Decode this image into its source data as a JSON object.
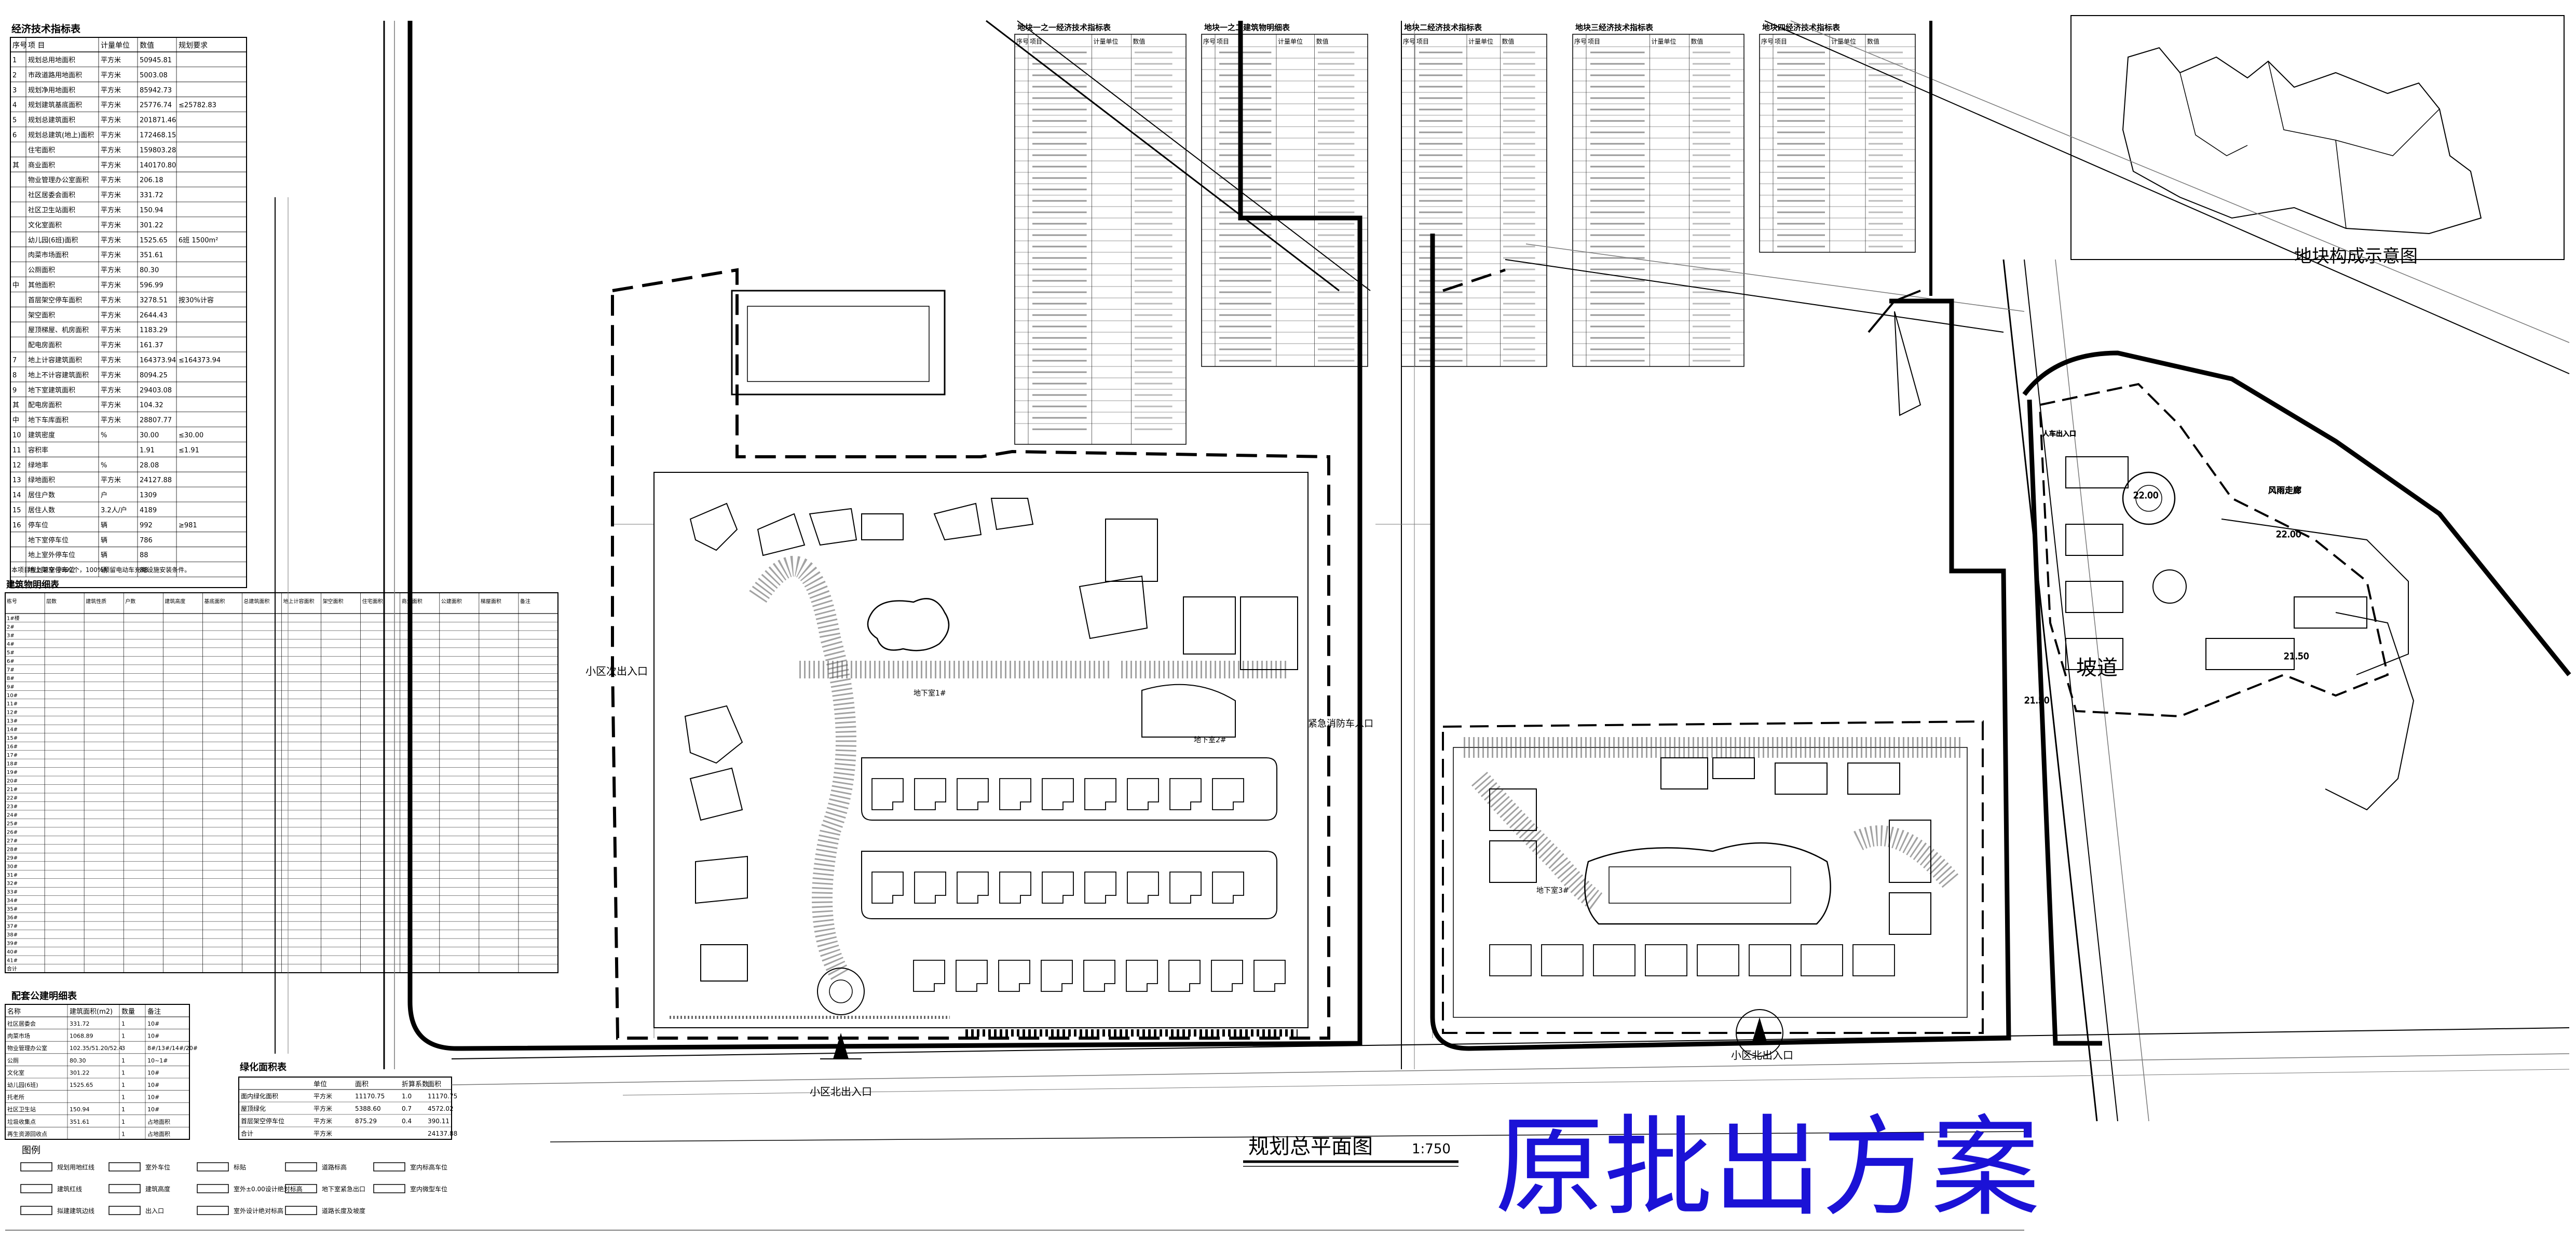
{
  "drawing": {
    "title": "规划总平面图",
    "scale": "1:750",
    "banner": "原批出方案",
    "inset_caption": "地块构成示意图"
  },
  "entrances": {
    "north_west": "小区次出入口",
    "south_west": "小区北出入口",
    "south_east": "小区北出入口",
    "emergency": "紧急消防车入口",
    "east_side": "人车出入口",
    "underground_1": "地下室1#",
    "underground_2": "地下室2#",
    "underground_3": "地下室3#"
  },
  "labels": {
    "ramp": "坡道",
    "elevation_a": "22.00",
    "elevation_b": "21.50",
    "elevation_c": "21.50",
    "elevation_d": "22.00",
    "zone_e": "风雨走廊"
  },
  "main_table": {
    "title": "经济技术指标表",
    "headers": [
      "序号",
      "项  目",
      "计量单位",
      "数值",
      "规划要求"
    ],
    "rows": [
      [
        "1",
        "规划总用地面积",
        "平方米",
        "50945.81",
        ""
      ],
      [
        "2",
        "市政道路用地面积",
        "平方米",
        "5003.08",
        ""
      ],
      [
        "3",
        "规划净用地面积",
        "平方米",
        "85942.73",
        ""
      ],
      [
        "4",
        "规划建筑基底面积",
        "平方米",
        "25776.74",
        "≤25782.83"
      ],
      [
        "5",
        "规划总建筑面积",
        "平方米",
        "201871.46",
        ""
      ],
      [
        "6",
        "规划总建筑(地上)面积",
        "平方米",
        "172468.15",
        ""
      ],
      [
        "",
        "住宅面积",
        "平方米",
        "159803.28",
        ""
      ],
      [
        "其",
        "商业面积",
        "平方米",
        "140170.80",
        ""
      ],
      [
        "",
        "物业管理办公室面积",
        "平方米",
        "206.18",
        ""
      ],
      [
        "",
        "社区居委会面积",
        "平方米",
        "331.72",
        ""
      ],
      [
        "",
        "社区卫生站面积",
        "平方米",
        "150.94",
        ""
      ],
      [
        "",
        "文化室面积",
        "平方米",
        "301.22",
        ""
      ],
      [
        "",
        "幼儿园(6班)面积",
        "平方米",
        "1525.65",
        "6班 1500m²"
      ],
      [
        "",
        "肉菜市场面积",
        "平方米",
        "351.61",
        ""
      ],
      [
        "",
        "公厕面积",
        "平方米",
        "80.30",
        ""
      ],
      [
        "中",
        "其他面积",
        "平方米",
        "596.99",
        ""
      ],
      [
        "",
        "首层架空停车面积",
        "平方米",
        "3278.51",
        "按30%计容"
      ],
      [
        "",
        "架空面积",
        "平方米",
        "2644.43",
        ""
      ],
      [
        "",
        "屋顶梯屋、机房面积",
        "平方米",
        "1183.29",
        ""
      ],
      [
        "",
        "配电房面积",
        "平方米",
        "161.37",
        ""
      ],
      [
        "7",
        "地上计容建筑面积",
        "平方米",
        "164373.94",
        "≤164373.94"
      ],
      [
        "8",
        "地上不计容建筑面积",
        "平方米",
        "8094.25",
        ""
      ],
      [
        "9",
        "地下室建筑面积",
        "平方米",
        "29403.08",
        ""
      ],
      [
        "其",
        "配电房面积",
        "平方米",
        "104.32",
        ""
      ],
      [
        "中",
        "地下车库面积",
        "平方米",
        "28807.77",
        ""
      ],
      [
        "10",
        "建筑密度",
        "%",
        "30.00",
        "≤30.00"
      ],
      [
        "11",
        "容积率",
        "",
        "1.91",
        "≤1.91"
      ],
      [
        "12",
        "绿地率",
        "%",
        "28.08",
        ""
      ],
      [
        "13",
        "绿地面积",
        "平方米",
        "24127.88",
        ""
      ],
      [
        "14",
        "居住户数",
        "户",
        "1309",
        ""
      ],
      [
        "15",
        "居住人数",
        "3.2人/户",
        "4189",
        ""
      ],
      [
        "16",
        "停车位",
        "辆",
        "992",
        "≥981"
      ],
      [
        "",
        "地下室停车位",
        "辆",
        "786",
        ""
      ],
      [
        "",
        "地上室外停车位",
        "辆",
        "88",
        ""
      ],
      [
        "",
        "地上架空停车位",
        "辆",
        "88",
        ""
      ]
    ],
    "note": "本项目规划总车位992个，100%预留电动车充电设施安装条件。"
  },
  "building_table": {
    "title": "建筑物明细表",
    "columns": [
      "栋号",
      "层数",
      "建筑性质",
      "户数",
      "建筑高度",
      "基底面积",
      "总建筑面积",
      "地上计容面积",
      "架空面积",
      "住宅面积",
      "商业面积",
      "公建面积",
      "梯屋面积",
      "备注"
    ],
    "row_ids": [
      "1#楼",
      "2#",
      "3#",
      "4#",
      "5#",
      "6#",
      "7#",
      "8#",
      "9#",
      "10#",
      "11#",
      "12#",
      "13#",
      "14#",
      "15#",
      "16#",
      "17#",
      "18#",
      "19#",
      "20#",
      "21#",
      "22#",
      "23#",
      "24#",
      "25#",
      "26#",
      "27#",
      "28#",
      "29#",
      "30#",
      "31#",
      "32#",
      "33#",
      "34#",
      "35#",
      "36#",
      "37#",
      "38#",
      "39#",
      "40#",
      "41#",
      "合计"
    ]
  },
  "facility_table": {
    "title": "配套公建明细表",
    "headers": [
      "名称",
      "建筑面积(m2)",
      "数量",
      "备注"
    ],
    "rows": [
      [
        "社区居委会",
        "331.72",
        "1",
        "10#"
      ],
      [
        "肉菜市场",
        "1068.89",
        "1",
        "10#"
      ],
      [
        "物业管理办公室",
        "102.35/51.20/52.4",
        "3",
        "8#/13#/14#/20#"
      ],
      [
        "公厕",
        "80.30",
        "1",
        "10~1#"
      ],
      [
        "文化室",
        "301.22",
        "1",
        "10#"
      ],
      [
        "幼儿园(6班)",
        "1525.65",
        "1",
        "10#"
      ],
      [
        "托老所",
        "",
        "1",
        "10#"
      ],
      [
        "社区卫生站",
        "150.94",
        "1",
        "10#"
      ],
      [
        "垃圾收集点",
        "351.61",
        "1",
        "占地面积"
      ],
      [
        "再生资源回收点",
        "",
        "1",
        "占地面积"
      ]
    ]
  },
  "green_table": {
    "title": "绿化面积表",
    "headers": [
      "",
      "单位",
      "面积",
      "折算系数",
      "面积"
    ],
    "rows": [
      [
        "面内绿化面积",
        "平方米",
        "11170.75",
        "1.0",
        "11170.75"
      ],
      [
        "屋顶绿化",
        "平方米",
        "5388.60",
        "0.7",
        "4572.02"
      ],
      [
        "首层架空停车位",
        "平方米",
        "875.29",
        "0.4",
        "390.11"
      ],
      [
        "合计",
        "平方米",
        "",
        "",
        "24137.88"
      ]
    ]
  },
  "legend": {
    "title": "图例",
    "items": [
      "规划用地红线",
      "建筑红线",
      "拟建建筑边线",
      "室外车位",
      "建筑高度",
      "出入口",
      "标贴",
      "室外±0.00设计绝对标高",
      "室外设计绝对标高",
      "道路标高",
      "地下室紧急出口",
      "道路长度及坡度",
      "室内标高车位",
      "室内微型车位"
    ]
  },
  "top_tables": [
    {
      "title": "地块一之一经济技术指标表",
      "headers": [
        "序号",
        "项目",
        "计量单位",
        "数值"
      ]
    },
    {
      "title": "地块一之二建筑物明细表",
      "headers": [
        "序号",
        "项目",
        "计量单位",
        "数值"
      ]
    },
    {
      "title": "地块二经济技术指标表",
      "headers": [
        "序号",
        "项目",
        "计量单位",
        "数值"
      ]
    },
    {
      "title": "地块三经济技术指标表",
      "headers": [
        "序号",
        "项目",
        "计量单位",
        "数值"
      ]
    },
    {
      "title": "地块四经济技术指标表",
      "headers": [
        "序号",
        "项目",
        "计量单位",
        "数值"
      ]
    }
  ],
  "colors": {
    "ink": "#000000",
    "banner": "#1b12d6",
    "grey": "#9a9a9a"
  }
}
